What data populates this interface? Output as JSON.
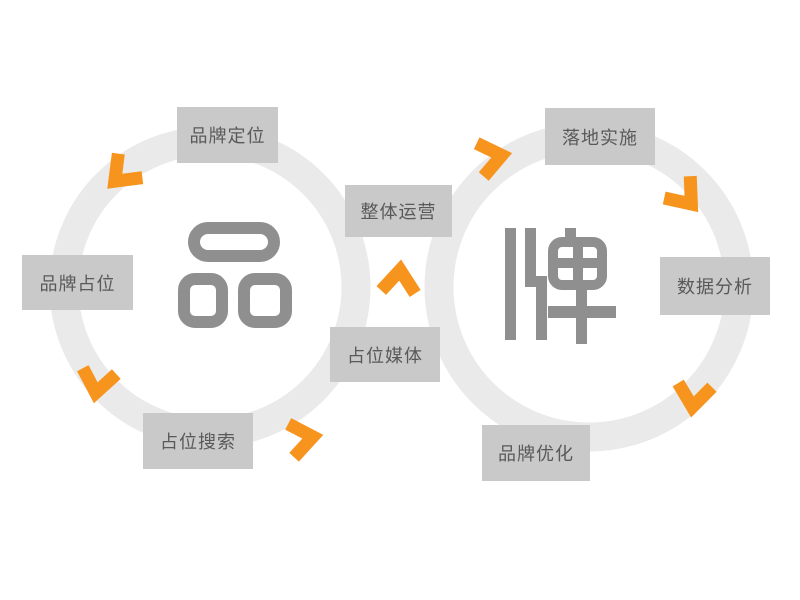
{
  "diagram_type": "brand-marketing-double-cycle",
  "center_characters": {
    "left": "品",
    "right": "牌",
    "combined": "品牌"
  },
  "colors": {
    "background": "#ffffff",
    "ring": "#eaeaea",
    "box_fill": "#c9c9c9",
    "box_text": "#595959",
    "arrow": "#f7941d",
    "glyph": "#8f8f8f"
  },
  "steps": [
    {
      "label": "品牌定位"
    },
    {
      "label": "品牌占位"
    },
    {
      "label": "占位搜索"
    },
    {
      "label": "占位媒体"
    },
    {
      "label": "整体运营"
    },
    {
      "label": "落地实施"
    },
    {
      "label": "数据分析"
    },
    {
      "label": "品牌优化"
    }
  ],
  "arrows": [
    {
      "icon": "chevron-down-left-icon",
      "from": "品牌定位",
      "to": "品牌占位"
    },
    {
      "icon": "chevron-down-icon",
      "from": "品牌占位",
      "to": "占位搜索"
    },
    {
      "icon": "chevron-right-icon",
      "from": "占位搜索",
      "to": "占位媒体"
    },
    {
      "icon": "chevron-up-icon",
      "from": "占位媒体",
      "to": "整体运营"
    },
    {
      "icon": "chevron-up-right-icon",
      "from": "整体运营",
      "to": "落地实施"
    },
    {
      "icon": "chevron-down-right-icon",
      "from": "落地实施",
      "to": "数据分析"
    },
    {
      "icon": "chevron-down-icon",
      "from": "数据分析",
      "to": "品牌优化"
    }
  ]
}
